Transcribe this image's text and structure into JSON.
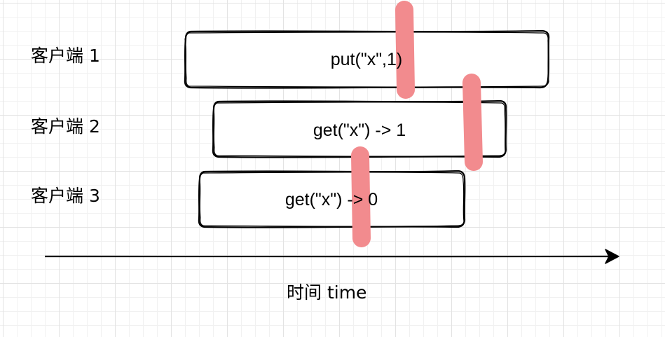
{
  "clients": [
    {
      "label": "客户端 1",
      "operation": "put(\"x\",1)"
    },
    {
      "label": "客户端 2",
      "operation": "get(\"x\") -> 1"
    },
    {
      "label": "客户端 3",
      "operation": "get(\"x\") -> 0"
    }
  ],
  "axis": {
    "label": "时间 time"
  },
  "colors": {
    "marker": "#f28b8e",
    "stroke": "#000000",
    "box_fill": "#ffffff"
  }
}
